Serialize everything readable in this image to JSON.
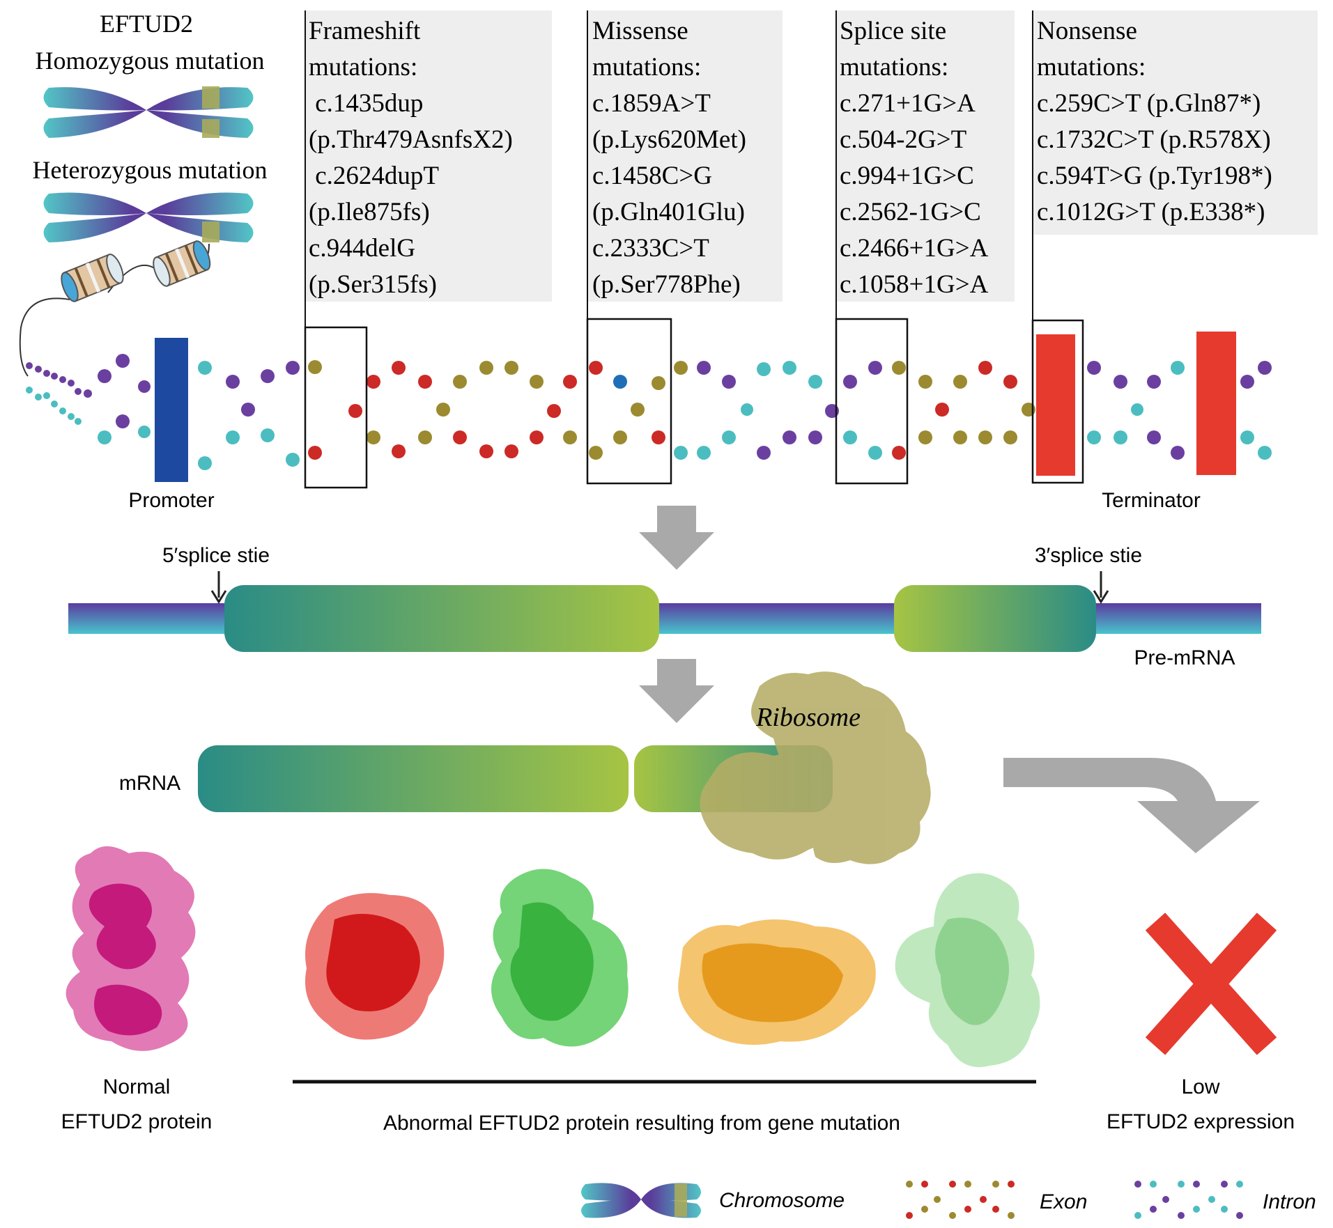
{
  "gene_header": {
    "title": "EFTUD2",
    "homozygous_label": "Homozygous mutation",
    "heterozygous_label": "Heterozygous mutation"
  },
  "mutation_boxes": [
    {
      "lines": [
        "Frameshift",
        "mutations:",
        " c.1435dup",
        "(p.Thr479AsnfsX2)",
        " c.2624dupT",
        "(p.Ile875fs)",
        "c.944delG",
        "(p.Ser315fs)"
      ]
    },
    {
      "lines": [
        "Missense",
        "mutations:",
        "c.1859A>T",
        "(p.Lys620Met)",
        "c.1458C>G",
        "(p.Gln401Glu)",
        "c.2333C>T",
        "(p.Ser778Phe)"
      ]
    },
    {
      "lines": [
        "Splice site",
        "mutations:",
        "c.271+1G>A",
        "c.504-2G>T",
        "c.994+1G>C",
        "c.2562-1G>C",
        "c.2466+1G>A",
        "c.1058+1G>A"
      ]
    },
    {
      "lines": [
        "Nonsense",
        "mutations:",
        "c.259C>T (p.Gln87*)",
        "c.1732C>T (p.R578X)",
        "c.594T>G (p.Tyr198*)",
        "c.1012G>T (p.E338*)"
      ]
    }
  ],
  "dna_labels": {
    "promoter": "Promoter",
    "terminator": "Terminator"
  },
  "pre_mrna": {
    "splice5": "5′splice stie",
    "splice3": "3′splice stie",
    "label": "Pre-mRNA"
  },
  "mrna": {
    "label": "mRNA",
    "ribosome": "Ribosome"
  },
  "proteins": {
    "normal_line1": "Normal",
    "normal_line2": "EFTUD2 protein",
    "abnormal": "Abnormal EFTUD2 protein resulting from gene mutation",
    "low_line1": "Low",
    "low_line2": "EFTUD2 expression"
  },
  "legend": {
    "chromosome": "Chromosome",
    "exon": "Exon",
    "intron": "Intron"
  },
  "colors": {
    "teal": "#4bbdc0",
    "purple": "#6b3fa0",
    "olive": "#9b8a30",
    "red": "#cc2a26",
    "promoter_blue": "#1d4aa0",
    "block_red": "#e63a2e",
    "arrow_gray": "#a9a9a9",
    "box_gray": "#eeeeee",
    "ribosome": "#b5ad66"
  }
}
